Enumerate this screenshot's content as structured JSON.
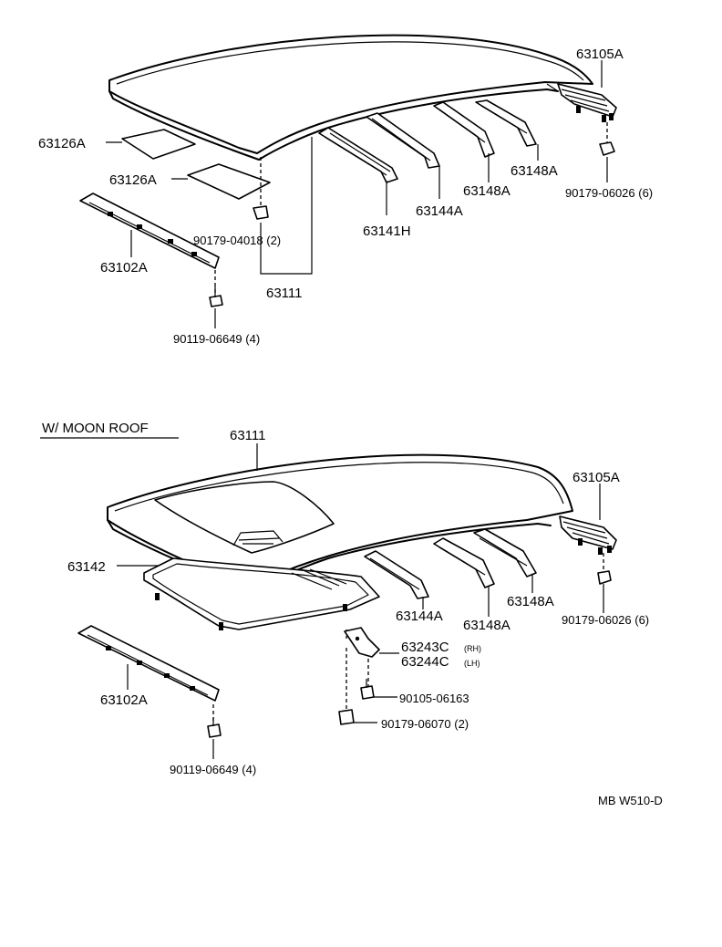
{
  "upper": {
    "parts": {
      "p63105A": "63105A",
      "p63126A_1": "63126A",
      "p63126A_2": "63126A",
      "p90179_04018": "90179-04018 (2)",
      "p63148A_1": "63148A",
      "p63148A_2": "63148A",
      "p63144A": "63144A",
      "p63141H": "63141H",
      "p90179_06026": "90179-06026 (6)",
      "p63102A": "63102A",
      "p63111": "63111",
      "p90119_06649": "90119-06649 (4)"
    }
  },
  "lower": {
    "heading": "W/ MOON  ROOF",
    "parts": {
      "p63111": "63111",
      "p63105A": "63105A",
      "p63142": "63142",
      "p63148A_1": "63148A",
      "p63144A": "63144A",
      "p63148A_2": "63148A",
      "p90179_06026": "90179-06026 (6)",
      "p63243C": "63243C",
      "p63243C_side": "(RH)",
      "p63244C": "63244C",
      "p63244C_side": "(LH)",
      "p90105_06163": "90105-06163",
      "p90179_06070": "90179-06070 (2)",
      "p63102A": "63102A",
      "p90119_06649": "90119-06649 (4)"
    }
  },
  "footer": {
    "code": "MB  W510-D"
  }
}
